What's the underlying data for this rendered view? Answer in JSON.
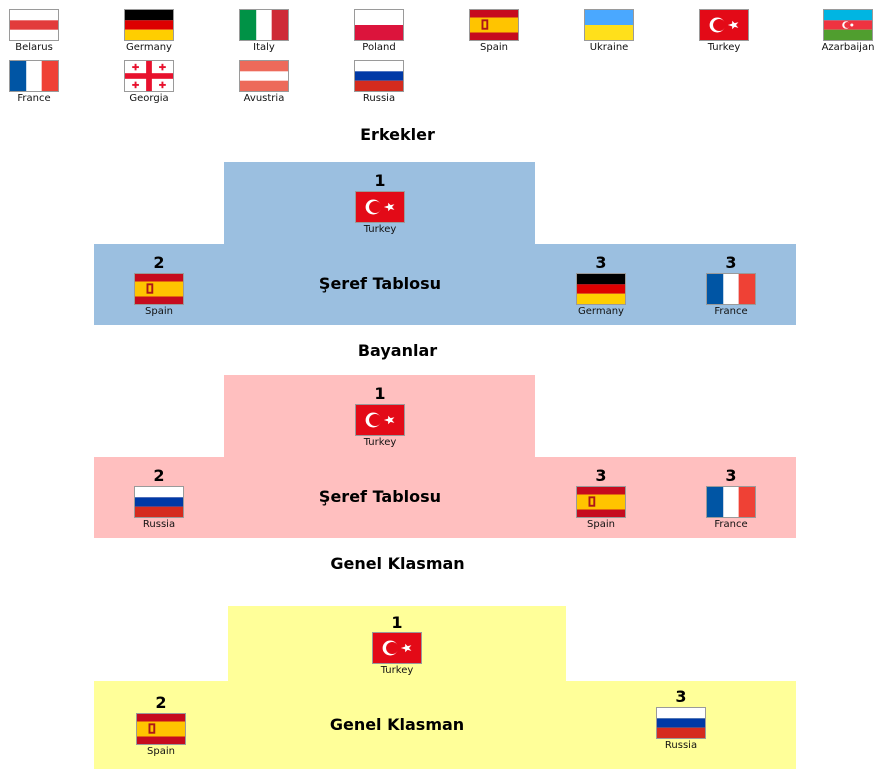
{
  "legend": [
    {
      "name": "Belarus",
      "flag": "belarus"
    },
    {
      "name": "Germany",
      "flag": "germany"
    },
    {
      "name": "Italy",
      "flag": "italy"
    },
    {
      "name": "Poland",
      "flag": "poland"
    },
    {
      "name": "Spain",
      "flag": "spain"
    },
    {
      "name": "Ukraine",
      "flag": "ukraine"
    },
    {
      "name": "Turkey",
      "flag": "turkey"
    },
    {
      "name": "Azarbaijan",
      "flag": "azerbaijan"
    },
    {
      "name": "France",
      "flag": "france"
    },
    {
      "name": "Georgia",
      "flag": "georgia"
    },
    {
      "name": "Avustria",
      "flag": "austria"
    },
    {
      "name": "Russia",
      "flag": "russia"
    }
  ],
  "colors": {
    "men_bg": "#9bbfe0",
    "women_bg": "#ffbfbf",
    "overall_bg": "#ffff99"
  },
  "sections": {
    "men": {
      "title": "Erkekler",
      "podium_label": "Şeref Tablosu",
      "first": {
        "rank": "1",
        "country": "Turkey",
        "flag": "turkey"
      },
      "second": {
        "rank": "2",
        "country": "Spain",
        "flag": "spain"
      },
      "third_a": {
        "rank": "3",
        "country": "Germany",
        "flag": "germany"
      },
      "third_b": {
        "rank": "3",
        "country": "France",
        "flag": "france"
      }
    },
    "women": {
      "title": "Bayanlar",
      "podium_label": "Şeref Tablosu",
      "first": {
        "rank": "1",
        "country": "Turkey",
        "flag": "turkey"
      },
      "second": {
        "rank": "2",
        "country": "Russia",
        "flag": "russia"
      },
      "third_a": {
        "rank": "3",
        "country": "Spain",
        "flag": "spain"
      },
      "third_b": {
        "rank": "3",
        "country": "France",
        "flag": "france"
      }
    },
    "overall": {
      "title": "Genel Klasman",
      "podium_label": "Genel Klasman",
      "first": {
        "rank": "1",
        "country": "Turkey",
        "flag": "turkey"
      },
      "second": {
        "rank": "2",
        "country": "Spain",
        "flag": "spain"
      },
      "third": {
        "rank": "3",
        "country": "Russia",
        "flag": "russia"
      }
    }
  }
}
